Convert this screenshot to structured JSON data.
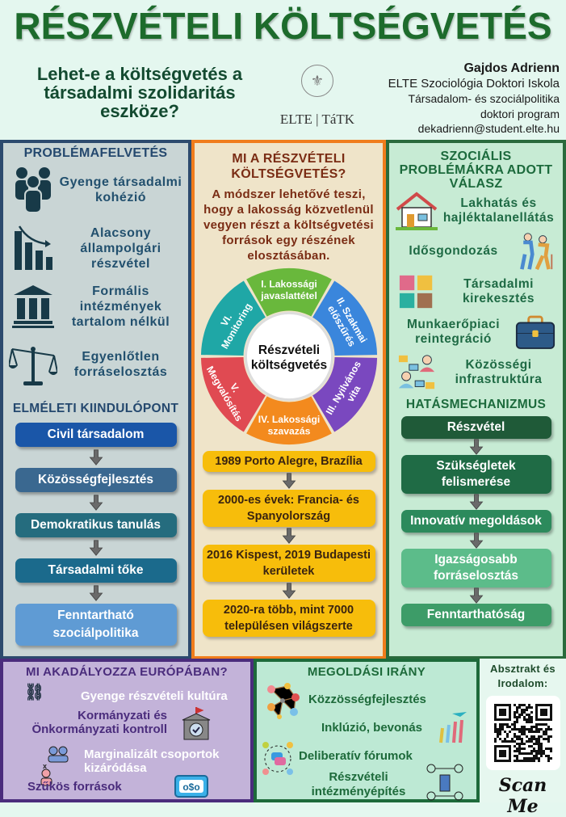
{
  "header": {
    "title": "RÉSZVÉTELI KÖLTSÉGVETÉS",
    "subtitle": "Lehet-e a költségvetés a társadalmi szolidaritás eszköze?",
    "logo_text": "ELTE | TáTK",
    "author": {
      "name": "Gajdos Adrienn",
      "school": "ELTE Szociológia Doktori Iskola",
      "program1": "Társadalom- és szociálpolitika",
      "program2": "doktori program",
      "email": "dekadrienn@student.elte.hu"
    }
  },
  "left": {
    "heading": "PROBLÉMAFELVETÉS",
    "problems": [
      {
        "icon": "people-group-icon",
        "text": "Gyenge társadalmi kohézió"
      },
      {
        "icon": "declining-chart-icon",
        "text": "Alacsony állampolgári részvétel"
      },
      {
        "icon": "institution-building-icon",
        "text": "Formális intézmények tartalom nélkül"
      },
      {
        "icon": "unbalanced-scale-icon",
        "text": "Egyenlőtlen forráselosztás"
      }
    ],
    "theory_heading": "ELMÉLETI KIINDULÓPONT",
    "theory": [
      "Civil társadalom",
      "Közösségfejlesztés",
      "Demokratikus tanulás",
      "Társadalmi tőke",
      "Fenntartható szociálpolitika"
    ],
    "theory_colors": [
      "#1a56a8",
      "#3a6890",
      "#256c7e",
      "#1b6a8c",
      "#5f9bd4"
    ]
  },
  "middle": {
    "heading": "MI A RÉSZVÉTELI KÖLTSÉGVETÉS?",
    "description": "A módszer lehetővé teszi, hogy a lakosság közvetlenül vegyen részt a költségvetési források egy részének elosztásában.",
    "wheel": {
      "center": [
        "Részvételi",
        "költségvetés"
      ],
      "stages": [
        {
          "l1": "I. Lakossági",
          "l2": "javaslattétel",
          "color": "#69b83c"
        },
        {
          "l1": "II. Szakmai",
          "l2": "előszűrés",
          "color": "#3a86dc"
        },
        {
          "l1": "III. Nyilvános",
          "l2": "vita",
          "color": "#7a48bf"
        },
        {
          "l1": "IV. Lakossági",
          "l2": "szavazás",
          "color": "#f38a1e"
        },
        {
          "l1": "V.",
          "l2": "Megvalósítás",
          "color": "#e04a52"
        },
        {
          "l1": "VI.",
          "l2": "Monitoring",
          "color": "#1fa7a6"
        }
      ]
    },
    "timeline": [
      "1989 Porto Alegre, Brazília",
      "2000-es évek: Francia- és Spanyolország",
      "2016 Kispest, 2019 Budapesti kerületek",
      "2020-ra több, mint 7000 településen világszerte"
    ]
  },
  "right": {
    "heading": "SZOCIÁLIS PROBLÉMÁKRA ADOTT VÁLASZ",
    "responses": [
      {
        "icon": "house-icon",
        "text": "Lakhatás és hajléktalanellátás"
      },
      {
        "icon": "elderly-care-icon",
        "text": "Idősgondozás"
      },
      {
        "icon": "hands-icon",
        "text": "Társadalmi kirekesztés"
      },
      {
        "icon": "briefcase-icon",
        "text": "Munkaerőpiaci reintegráció"
      },
      {
        "icon": "community-network-icon",
        "text": "Közösségi infrastruktúra"
      }
    ],
    "mechanism_heading": "HATÁSMECHANIZMUS",
    "mechanism": [
      "Részvétel",
      "Szükségletek felismerése",
      "Innovatív megoldások",
      "Igazságosabb forráselosztás",
      "Fenntarthatóság"
    ],
    "mechanism_colors": [
      "#1f5a38",
      "#1f6b45",
      "#2c8a5c",
      "#5cbc8a",
      "#3d9c68"
    ]
  },
  "obstacles": {
    "heading": "MI AKADÁLYOZZA EURÓPÁBAN?",
    "items": [
      "Gyenge részvételi kultúra",
      "Kormányzati és Önkormányzati kontroll",
      "Marginalizált csoportok kizáródása",
      "Szűkös források"
    ]
  },
  "solutions": {
    "heading": "MEGOLDÁSI IRÁNY",
    "items": [
      "Közzösségfejlesztés",
      "Inklúzió, bevonás",
      "Deliberatív fórumok",
      "Részvételi intézményépítés"
    ]
  },
  "qr": {
    "heading": "Absztrakt és Irodalom:",
    "scan": "Scan Me"
  }
}
